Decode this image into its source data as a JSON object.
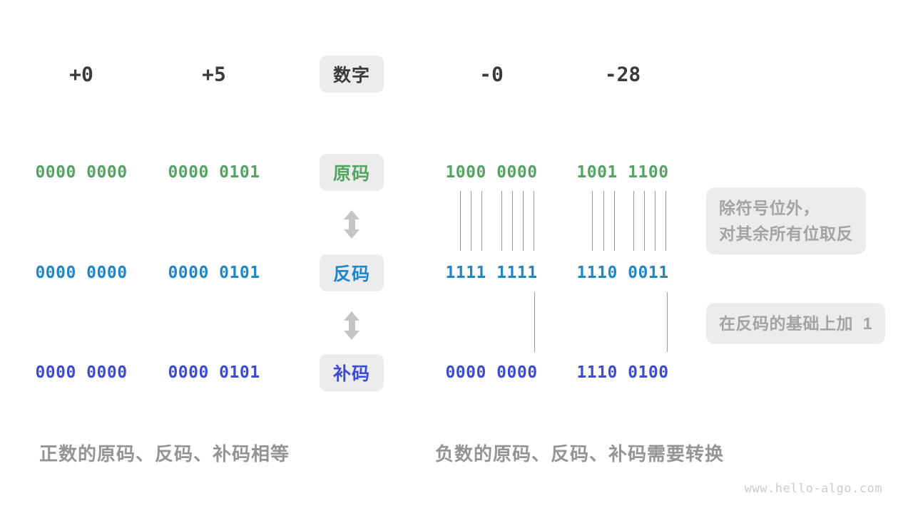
{
  "colors": {
    "green": "#55a363",
    "blue": "#1e86cb",
    "indigo": "#3c4bd2",
    "ink": "#3a3a3a",
    "box-bg": "#ececec",
    "muted": "#a3a3a3",
    "caption": "#949494",
    "line": "#999999",
    "arrow": "#c5c5c5",
    "watermark": "#cbcbcb"
  },
  "header": {
    "numbers": [
      "+0",
      "+5",
      "-0",
      "-28"
    ],
    "label": "数字"
  },
  "rows": [
    {
      "id": "sign-magnitude",
      "label": "原码",
      "values": [
        "0000 0000",
        "0000 0101",
        "1000 0000",
        "1001 1100"
      ]
    },
    {
      "id": "ones-complement",
      "label": "反码",
      "values": [
        "0000 0000",
        "0000 0101",
        "1111 1111",
        "1110 0011"
      ]
    },
    {
      "id": "twos-complement",
      "label": "补码",
      "values": [
        "0000 0000",
        "0000 0101",
        "0000 0000",
        "1110 0100"
      ]
    }
  ],
  "annotations": {
    "flip": "除符号位外，\n对其余所有位取反",
    "add_one": "在反码的基础上加  1"
  },
  "captions": {
    "left": "正数的原码、反码、补码相等",
    "right": "负数的原码、反码、补码需要转换"
  },
  "watermark": "www.hello-algo.com"
}
